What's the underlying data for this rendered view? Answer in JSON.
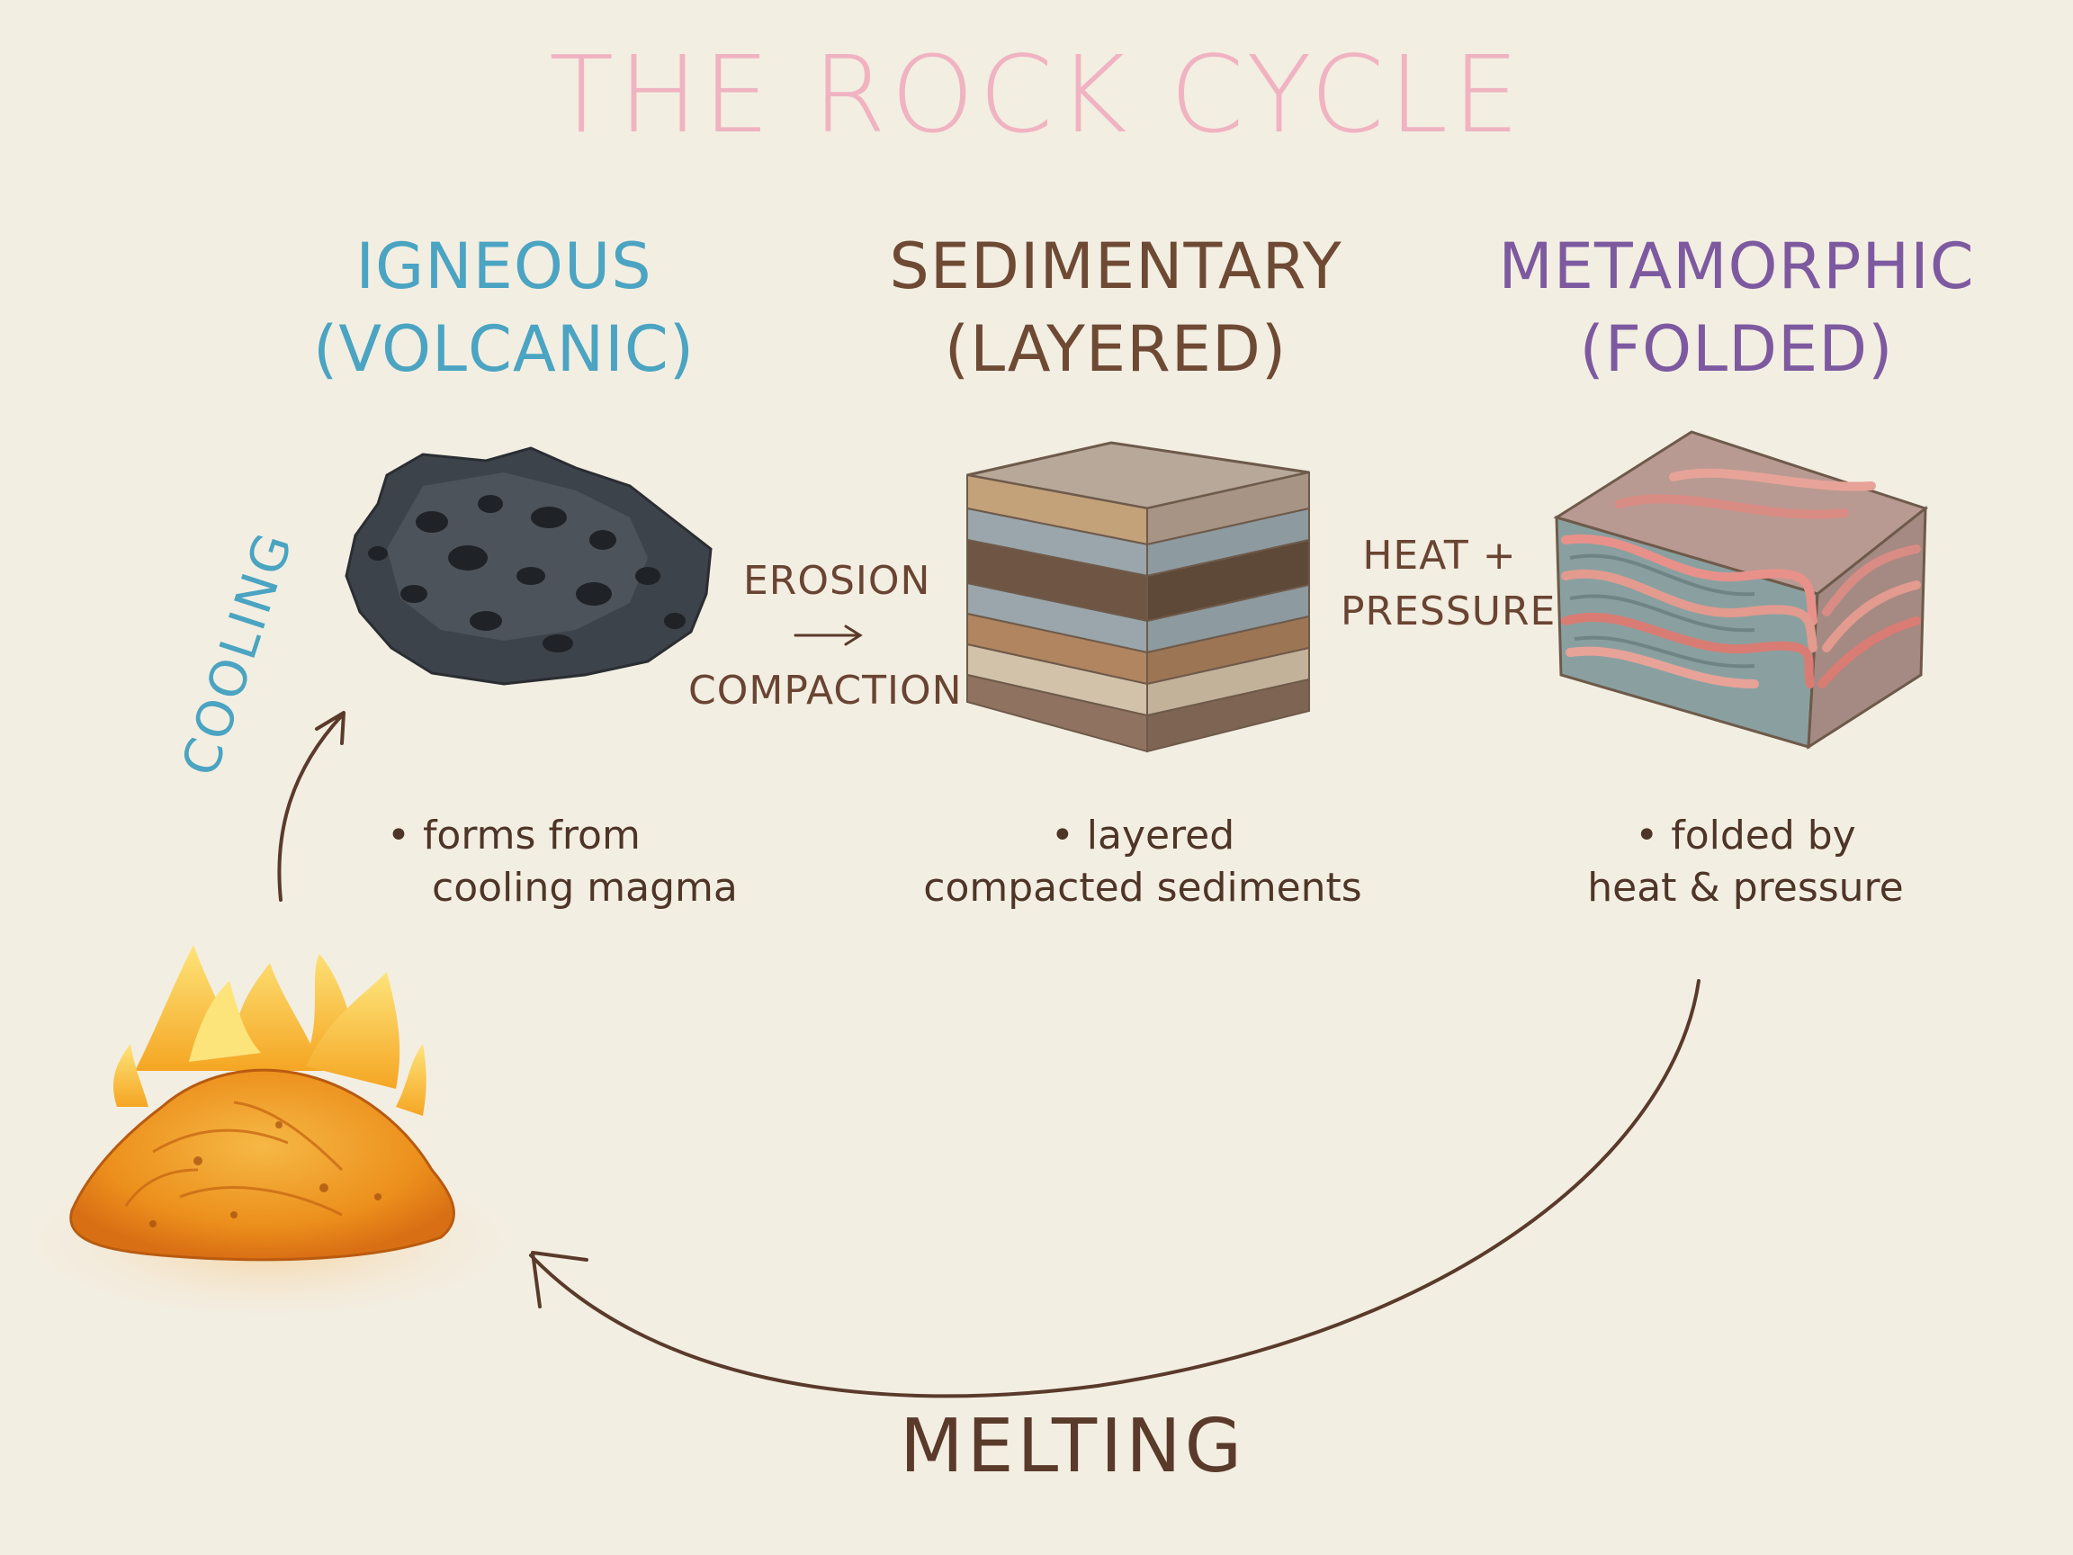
{
  "title": "THE ROCK CYCLE",
  "rock_types": [
    {
      "name": "IGNEOUS",
      "subtitle": "(VOLCANIC)",
      "note_line1": "• forms from",
      "note_line2": "cooling magma",
      "color": "#4aa4c2"
    },
    {
      "name": "SEDIMENTARY",
      "subtitle": "(LAYERED)",
      "note_line1": "• layered",
      "note_line2": "compacted sediments",
      "color": "#6e4a34"
    },
    {
      "name": "METAMORPHIC",
      "subtitle": "(FOLDED)",
      "note_line1": "• folded by",
      "note_line2": "heat & pressure",
      "color": "#7d5aa0"
    }
  ],
  "processes": {
    "erosion": "EROSION",
    "compaction": "COMPACTION",
    "heat": "HEAT +",
    "pressure": "PRESSURE",
    "melting": "MELTING",
    "cooling": "COOLING"
  },
  "colors": {
    "title": "#f0b3c2",
    "arrow": "#5a3a2a",
    "magma": "#f29a1e",
    "basalt": "#3a3f45"
  }
}
